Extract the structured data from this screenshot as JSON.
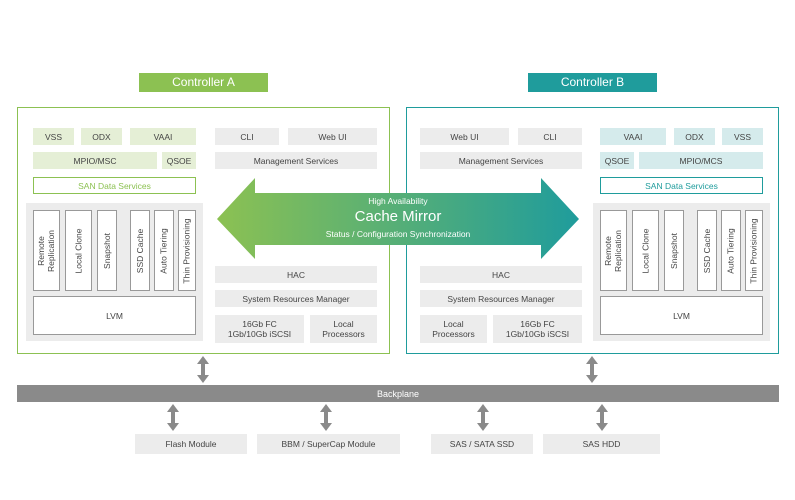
{
  "controller_a": {
    "title": "Controller A",
    "row1": [
      "VSS",
      "ODX",
      "VAAI"
    ],
    "mpio": "MPIO/MSC",
    "qsoe": "QSOE",
    "san": "SAN Data Services",
    "features": [
      "Remote Replication",
      "Local Clone",
      "Snapshot",
      "SSD Cache",
      "Auto Tiering",
      "Thin Provisioning"
    ],
    "lvm": "LVM",
    "cli": "CLI",
    "webui": "Web UI",
    "mgmt": "Management Services",
    "hac": "HAC",
    "srm": "System Resources Manager",
    "fc": "16Gb FC\n1Gb/10Gb iSCSI",
    "local_proc": "Local\nProcessors"
  },
  "controller_b": {
    "title": "Controller B",
    "row1": [
      "VAAI",
      "ODX",
      "VSS"
    ],
    "mpio": "MPIO/MCS",
    "qsoe": "QSOE",
    "san": "SAN Data Services",
    "features": [
      "Remote Replication",
      "Local Clone",
      "Snapshot",
      "SSD Cache",
      "Auto Tiering",
      "Thin Provisioning"
    ],
    "lvm": "LVM",
    "cli": "CLI",
    "webui": "Web UI",
    "mgmt": "Management  Services",
    "hac": "HAC",
    "srm": "System Resources Manager",
    "fc": "16Gb FC\n1Gb/10Gb iSCSI",
    "local_proc": "Local\nProcessors"
  },
  "mirror": {
    "top": "High Availability",
    "title": "Cache Mirror",
    "sub": "Status / Configuration Synchronization"
  },
  "backplane": "Backplane",
  "modules": [
    "Flash Module",
    "BBM / SuperCap Module",
    "SAS / SATA SSD",
    "SAS HDD"
  ],
  "colors": {
    "green": "#8cc152",
    "teal": "#1f9c9c",
    "gray": "#8a8a8a"
  }
}
